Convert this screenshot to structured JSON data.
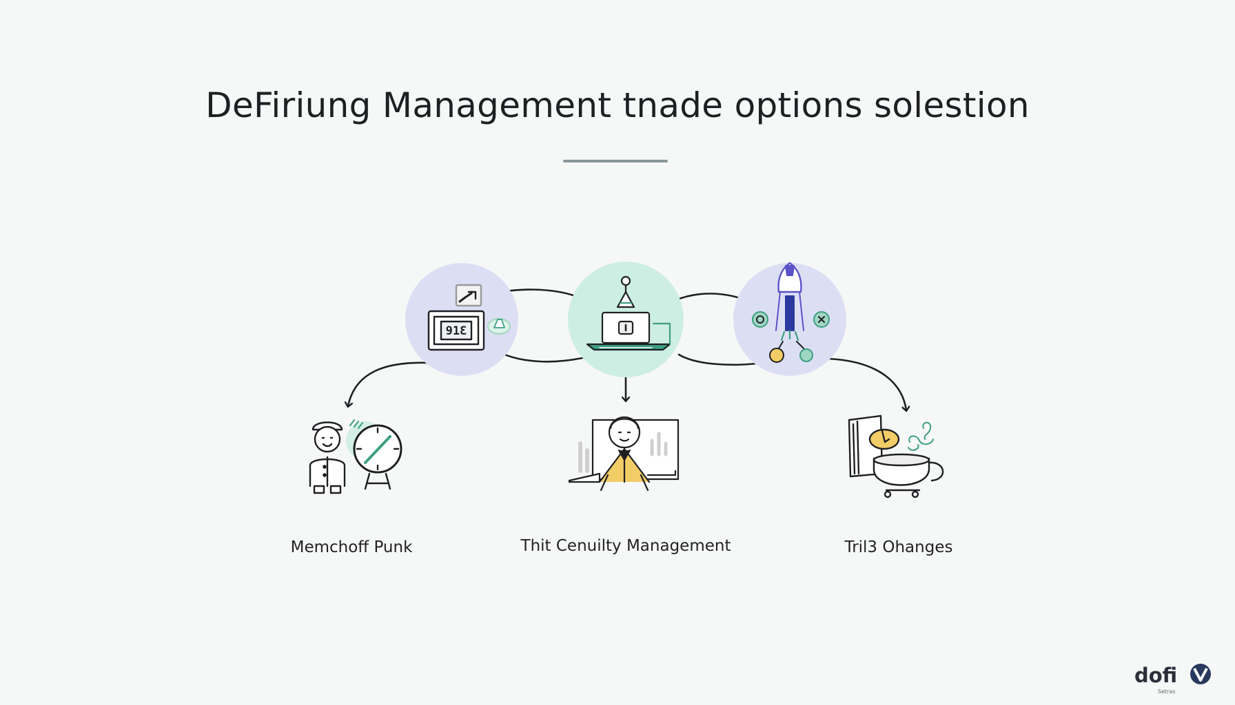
{
  "title": "DeFiriung Management tnade options solestion",
  "nodes": [
    {
      "label": "Memchoff Punk",
      "circle_color": "#dcdff4",
      "icon": "wallet-screen-icon",
      "screen_text": "91Ɛ"
    },
    {
      "label": "Thit Cenuilty Management",
      "circle_color": "#cdeee3",
      "icon": "laptop-lock-icon"
    },
    {
      "label": "Tril3 Ohanges",
      "circle_color": "#dcdff4",
      "icon": "rocket-coins-icon"
    }
  ],
  "colors": {
    "accent_green": "#3d9e82",
    "accent_yellow": "#f2cc66",
    "accent_purple": "#5a52c9",
    "line": "#1e1f22"
  },
  "logo": {
    "name": "dofi",
    "sub": "Setras"
  }
}
